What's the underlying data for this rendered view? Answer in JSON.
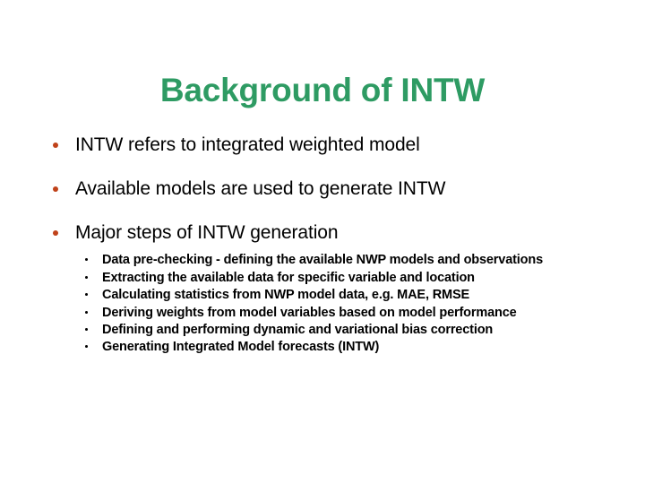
{
  "slide": {
    "title": "Background of INTW",
    "title_color": "#2E9B63",
    "background_color": "#FFFFFF",
    "level1_bullet_color": "#C0421A",
    "level2_bullet_color": "#000000",
    "body_text_color": "#000000",
    "bullets": [
      {
        "text": "INTW refers to integrated weighted model",
        "sub": []
      },
      {
        "text": "Available models are used to generate INTW",
        "sub": []
      },
      {
        "text": "Major steps of INTW generation",
        "sub": [
          "Data pre-checking - defining the available NWP models and observations",
          "Extracting the available data for specific variable and location",
          "Calculating statistics from NWP model data, e.g. MAE, RMSE",
          "Deriving weights from model variables based on model performance",
          "Defining and performing dynamic and variational bias correction",
          "Generating Integrated Model forecasts (INTW)"
        ]
      }
    ]
  }
}
